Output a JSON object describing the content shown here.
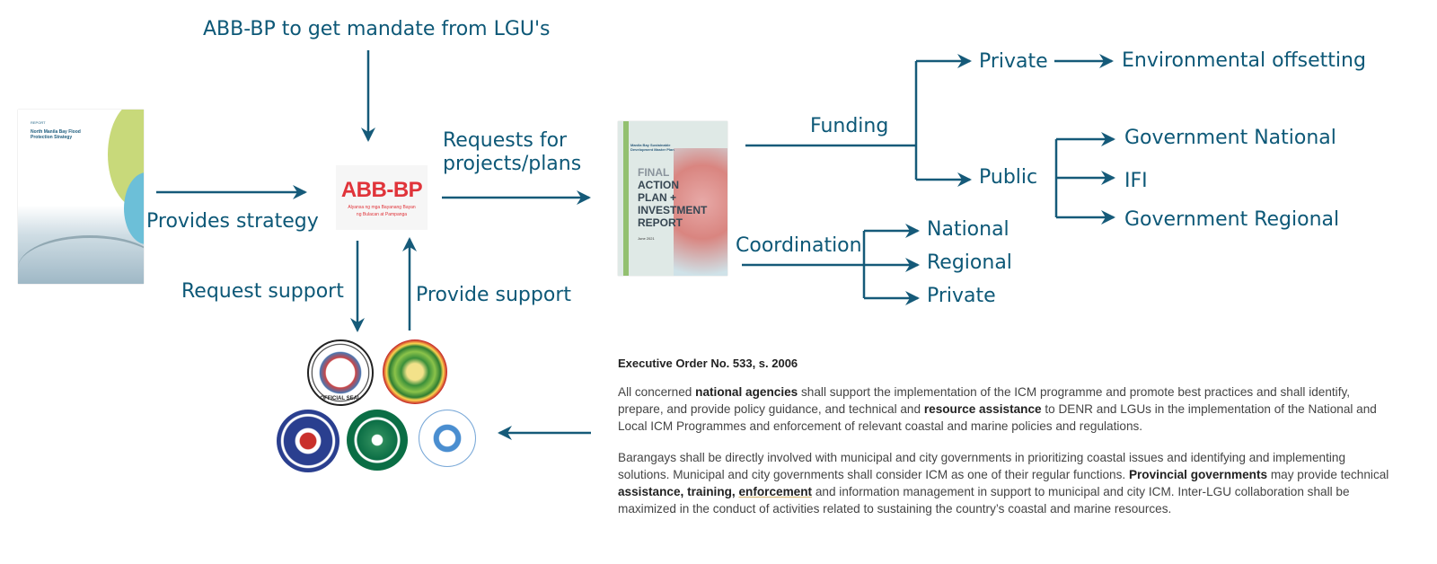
{
  "labels": {
    "mandate": "ABB-BP to get mandate from LGU's",
    "provides_strategy": "Provides strategy",
    "requests_line1": "Requests for",
    "requests_line2": "projects/plans",
    "request_support": "Request support",
    "provide_support": "Provide support",
    "funding": "Funding",
    "coordination": "Coordination",
    "funding_private": "Private",
    "environmental_offsetting": "Environmental offsetting",
    "funding_public": "Public",
    "government_national": "Government National",
    "ifi": "IFI",
    "government_regional": "Government Regional",
    "coord_national": "National",
    "coord_regional": "Regional",
    "coord_private": "Private"
  },
  "report_cover": {
    "kicker": "REPORT",
    "title": "North Manila Bay Flood Protection Strategy"
  },
  "abb_logo": {
    "name": "ABB-BP",
    "subtitle_line1": "Alyansa ng mga Bayanang Bayan",
    "subtitle_line2": "ng Bulacan at Pampanga"
  },
  "plan_cover": {
    "title": "Manila Bay Sustainable Development Master Plan",
    "final": "FINAL",
    "line1": "ACTION",
    "line2": "PLAN +",
    "line3": "INVESTMENT",
    "line4": "REPORT",
    "date": "June 2021"
  },
  "seals": {
    "bulacan": "OFFICIAL SEAL"
  },
  "executive_order": {
    "title": "Executive Order No. 533, s. 2006",
    "p1": [
      {
        "t": "All concerned "
      },
      {
        "t": "national agencies",
        "b": true
      },
      {
        "t": " shall support the implementation of the ICM programme and promote best practices and shall identify, prepare, and provide policy guidance, and technical and "
      },
      {
        "t": "resource assistance",
        "b": true
      },
      {
        "t": " to DENR and LGUs in the implementation of the National and Local ICM Programmes and enforcement of relevant coastal and marine policies and regulations."
      }
    ],
    "p2": [
      {
        "t": "Barangays shall be directly involved with municipal and city governments in prioritizing coastal issues and identifying and implementing solutions. Municipal and city governments shall consider ICM as one of their regular functions. "
      },
      {
        "t": "Provincial governments",
        "b": true
      },
      {
        "t": " may provide technical "
      },
      {
        "t": "assistance, training, ",
        "b": true
      },
      {
        "t": "enforcement",
        "b": true,
        "u": true
      },
      {
        "t": " and information management in support to municipal and city ICM. Inter-LGU collaboration shall be maximized in the conduct of activities related to sustaining the country’s coastal and marine resources."
      }
    ]
  },
  "colors": {
    "text": "#0d5877",
    "arrow": "#155a79",
    "abb_red": "#e0343a"
  }
}
